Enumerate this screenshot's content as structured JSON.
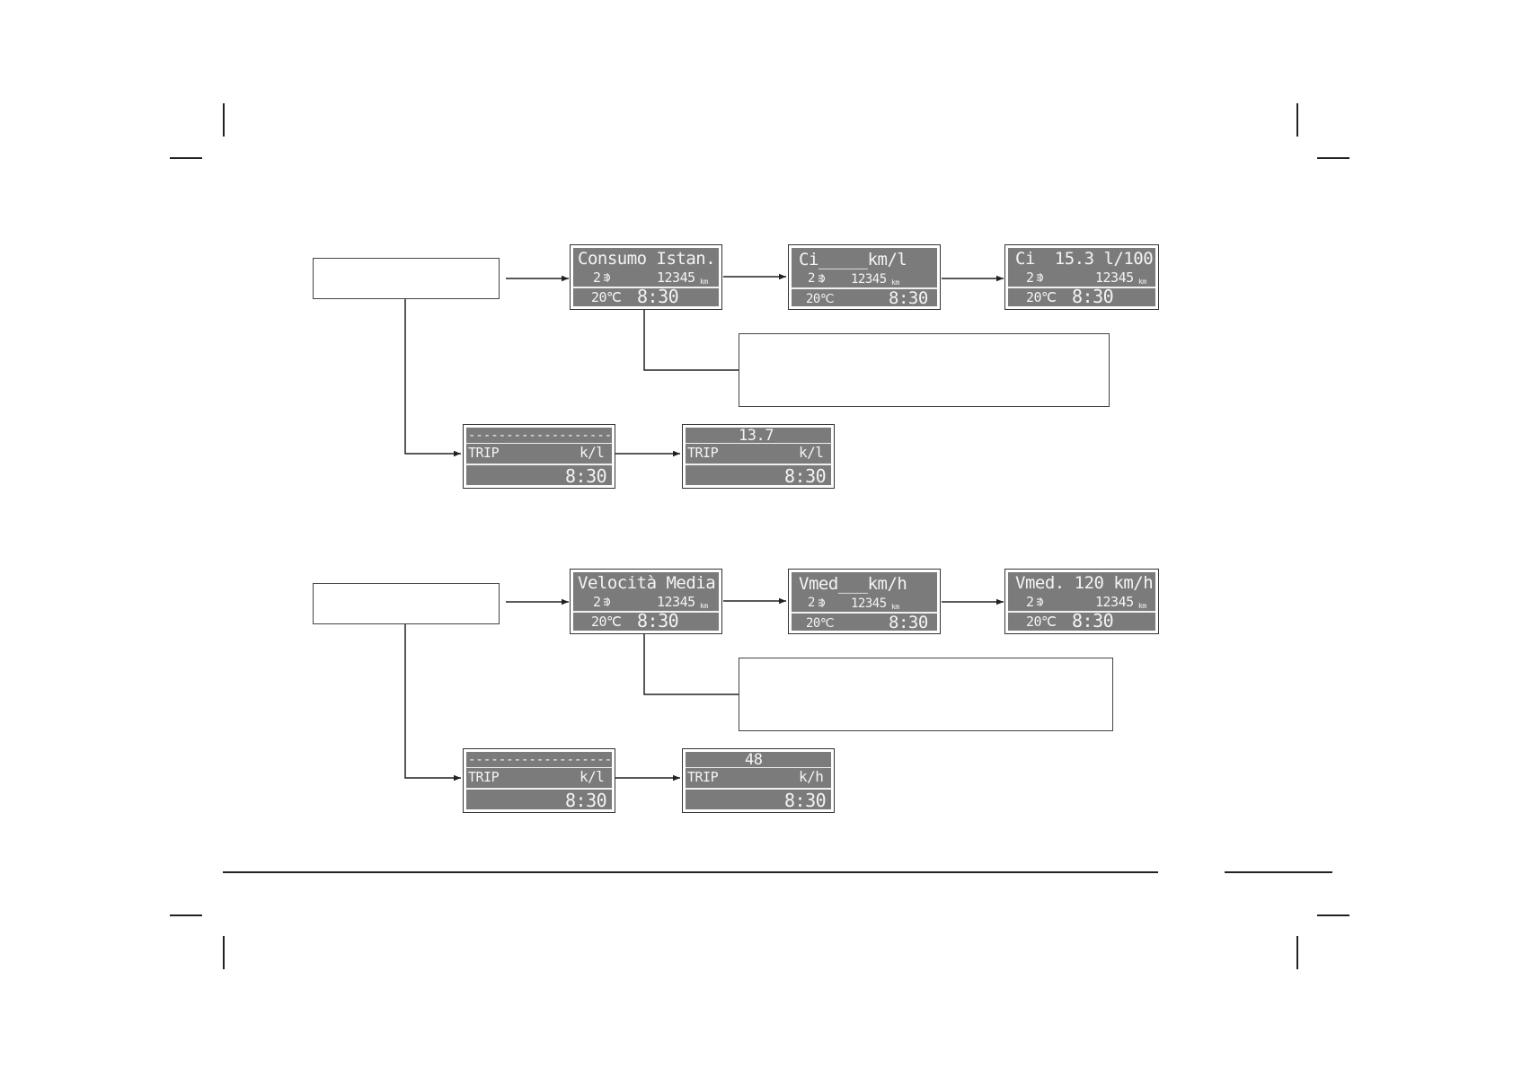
{
  "section_consumo": {
    "screen1": {
      "title": "Consumo Istan.",
      "gear": "2",
      "odometer": "12345",
      "unit_km": "km",
      "temp": "20℃",
      "time": "8:30"
    },
    "screen2": {
      "title": "Ci_____km/l",
      "gear": "2",
      "odometer": "12345",
      "unit_km": "km",
      "temp": "20℃",
      "time": "8:30"
    },
    "screen3": {
      "title": "Ci  15.3 l/100",
      "gear": "2",
      "odometer": "12345",
      "unit_km": "km",
      "temp": "20℃",
      "time": "8:30"
    },
    "trip1": {
      "top": "",
      "label": "TRIP",
      "unit": "k/l",
      "time": "8:30"
    },
    "trip2": {
      "top": "13.7",
      "label": "TRIP",
      "unit": "k/l",
      "time": "8:30"
    }
  },
  "section_velocita": {
    "screen1": {
      "title": "Velocità Media",
      "gear": "2",
      "odometer": "12345",
      "unit_km": "km",
      "temp": "20℃",
      "time": "8:30"
    },
    "screen2": {
      "title": "Vmed___km/h",
      "gear": "2",
      "odometer": "12345",
      "unit_km": "km",
      "temp": "20℃",
      "time": "8:30"
    },
    "screen3": {
      "title": "Vmed. 120 km/h",
      "gear": "2",
      "odometer": "12345",
      "unit_km": "km",
      "temp": "20℃",
      "time": "8:30"
    },
    "trip1": {
      "top": "",
      "label": "TRIP",
      "unit": "k/l",
      "time": "8:30"
    },
    "trip2": {
      "top": "48",
      "label": "TRIP",
      "unit": "k/h",
      "time": "8:30"
    }
  }
}
